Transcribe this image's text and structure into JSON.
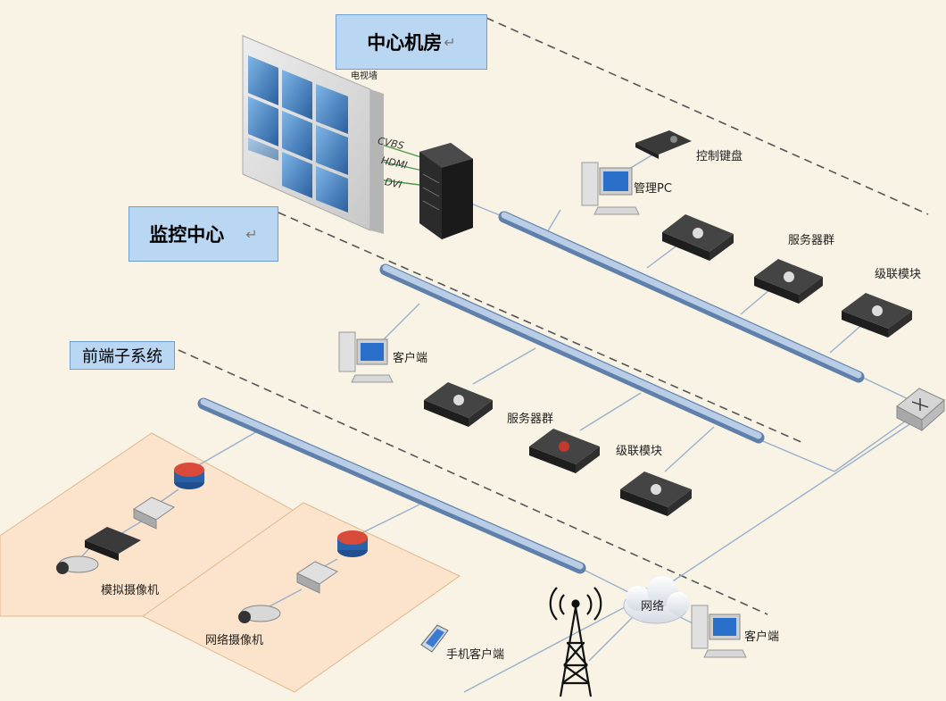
{
  "zones": {
    "center_room": "中心机房",
    "monitor_center": "监控中心",
    "frontend": "前端子系统",
    "return_mark": "↵"
  },
  "labels": {
    "tv_wall": "电视墙",
    "port_cvbs": "CVBS",
    "port_hdmi": "HDMI",
    "port_dvi": "DVI",
    "control_keyboard": "控制键盘",
    "management_pc": "管理PC",
    "server_cluster_top": "服务器群",
    "cascade_module_top": "级联模块",
    "client_mid": "客户端",
    "server_cluster_mid": "服务器群",
    "cascade_module_mid": "级联模块",
    "analog_camera": "模拟摄像机",
    "network_camera": "网络摄像机",
    "mobile_client": "手机客户端",
    "network": "网络",
    "client_bottom": "客户端"
  },
  "colors": {
    "background": "#f8f3e4",
    "zone_box": "#b9d6f2",
    "zone_box_border": "#6f9fcf",
    "bus_pipe": "#8fb0d6",
    "frontend_area": "#fbe3cc",
    "line": "#9ab0cc"
  }
}
